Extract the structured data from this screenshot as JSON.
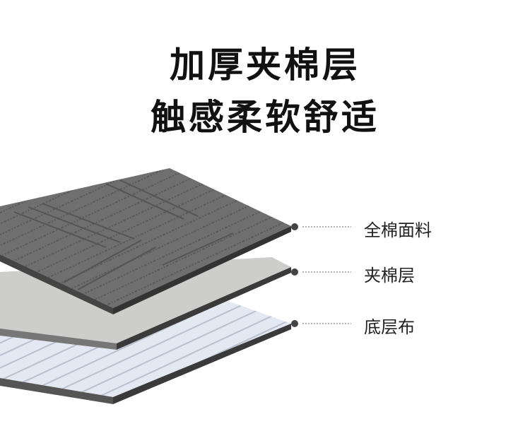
{
  "headline": {
    "line1": "加厚夹棉层",
    "line2": "触感柔软舒适"
  },
  "layers": [
    {
      "label": "全棉面料",
      "color": "#6e6e6e"
    },
    {
      "label": "夹棉层",
      "color": "#c9c9c7"
    },
    {
      "label": "底层布",
      "color": "#dfe4ef"
    }
  ],
  "colors": {
    "dot": "#444444",
    "edge": "#3a3a3a"
  }
}
